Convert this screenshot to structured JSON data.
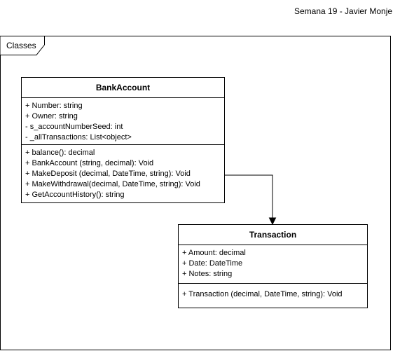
{
  "author": "Semana 19 - Javier Monje",
  "frame": {
    "label": "Classes"
  },
  "classes": {
    "bank_account": {
      "name": "BankAccount",
      "attributes": [
        "+ Number: string",
        "+ Owner: string",
        "- s_accountNumberSeed: int",
        "- _allTransactions: List<object>"
      ],
      "operations": [
        "+ balance(): decimal",
        "+ BankAccount (string, decimal): Void",
        "+ MakeDeposit (decimal, DateTime, string): Void",
        "+ MakeWithdrawal(decimal, DateTime, string): Void",
        "+ GetAccountHistory(): string"
      ]
    },
    "transaction": {
      "name": "Transaction",
      "attributes": [
        "+ Amount: decimal",
        "+ Date: DateTime",
        "+ Notes: string"
      ],
      "operations": [
        "+ Transaction (decimal, DateTime, string): Void"
      ]
    }
  }
}
